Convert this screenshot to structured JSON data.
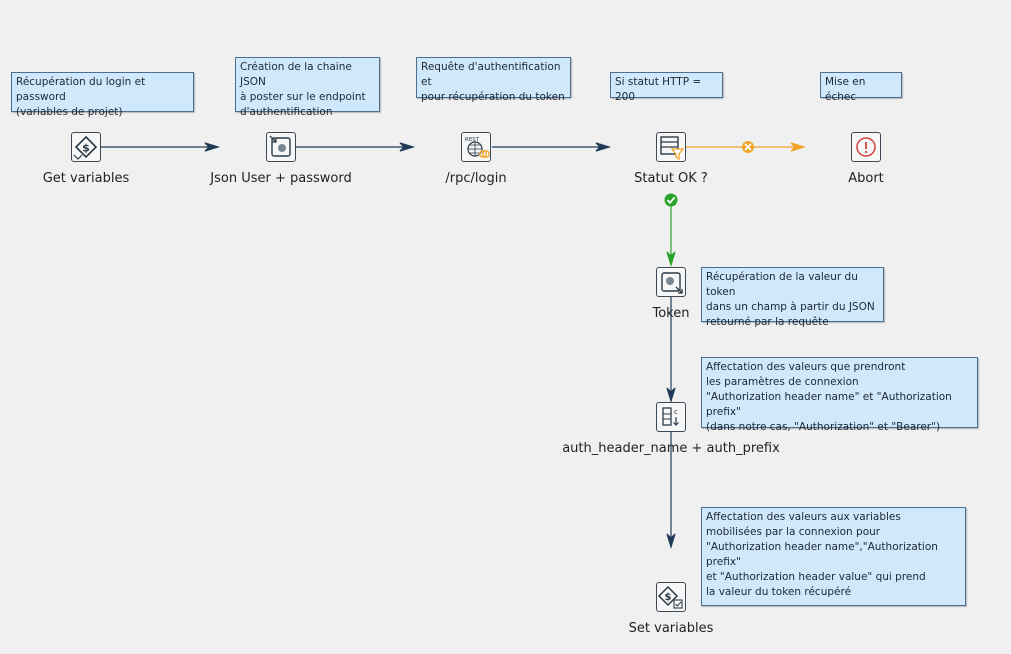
{
  "steps": {
    "get_variables": "Get variables",
    "json_user_password": "Json User + password",
    "rpc_login": "/rpc/login",
    "statut_ok": "Statut OK ?",
    "abort": "Abort",
    "token": "Token",
    "auth_header": "auth_header_name + auth_prefix",
    "set_variables": "Set variables"
  },
  "notes": {
    "get_variables": "Récupération du login et password\n(variables de projet)",
    "json_user": "Création de la chaine JSON\nà poster sur le endpoint\nd'authentification",
    "rpc_login": "Requête d'authentification et\npour récupération du token",
    "statut": "Si statut HTTP = 200",
    "abort": "Mise en échec",
    "token": "Récupération de la valeur du token\ndans un champ à partir du JSON\nretourné par la requête",
    "auth_header": "Affectation des valeurs que prendront\nles paramètres de connexion\n\"Authorization header name\" et \"Authorization prefix\"\n(dans notre cas, \"Authorization\" et \"Bearer\")",
    "set_variables": "Affectation des valeurs aux variables\nmobilisées par la connexion pour\n\"Authorization header name\",\"Authorization prefix\"\net \"Authorization header value\" qui prend\nla valeur du token récupéré"
  },
  "icons": {
    "get_variables": "dollar-diamond-icon",
    "json_user_password": "json-input-icon",
    "rpc_login": "rest-client-icon",
    "statut_ok": "filter-rows-icon",
    "abort": "abort-icon",
    "token": "json-output-icon",
    "auth_header": "add-constants-icon",
    "set_variables": "set-variables-icon"
  },
  "colors": {
    "hop": "#1f3b57",
    "error_hop": "#f0a52a",
    "true_hop": "#29a329",
    "note_bg": "#cfe8fb",
    "note_border": "#4d6f8f",
    "canvas": "#f0f0f0"
  }
}
